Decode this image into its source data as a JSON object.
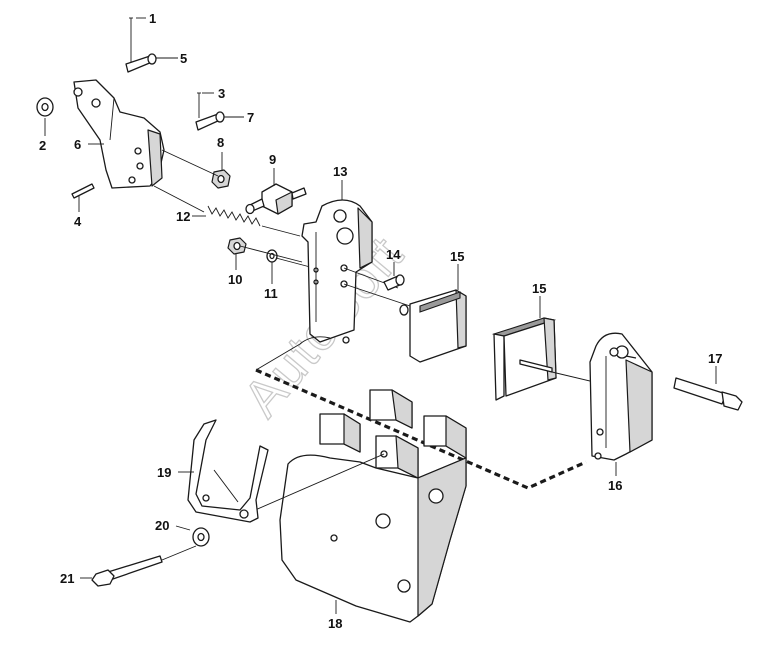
{
  "watermark": "AutoSoft",
  "callouts": [
    {
      "id": "c1",
      "text": "1"
    },
    {
      "id": "c2",
      "text": "2"
    },
    {
      "id": "c3",
      "text": "3"
    },
    {
      "id": "c4",
      "text": "4"
    },
    {
      "id": "c5",
      "text": "5"
    },
    {
      "id": "c6",
      "text": "6"
    },
    {
      "id": "c7",
      "text": "7"
    },
    {
      "id": "c8",
      "text": "8"
    },
    {
      "id": "c9",
      "text": "9"
    },
    {
      "id": "c10",
      "text": "10"
    },
    {
      "id": "c11",
      "text": "11"
    },
    {
      "id": "c12",
      "text": "12"
    },
    {
      "id": "c13",
      "text": "13"
    },
    {
      "id": "c14",
      "text": "14"
    },
    {
      "id": "c15a",
      "text": "15"
    },
    {
      "id": "c15b",
      "text": "15"
    },
    {
      "id": "c16",
      "text": "16"
    },
    {
      "id": "c17",
      "text": "17"
    },
    {
      "id": "c18",
      "text": "18"
    },
    {
      "id": "c19",
      "text": "19"
    },
    {
      "id": "c20",
      "text": "20"
    },
    {
      "id": "c21",
      "text": "21"
    }
  ]
}
